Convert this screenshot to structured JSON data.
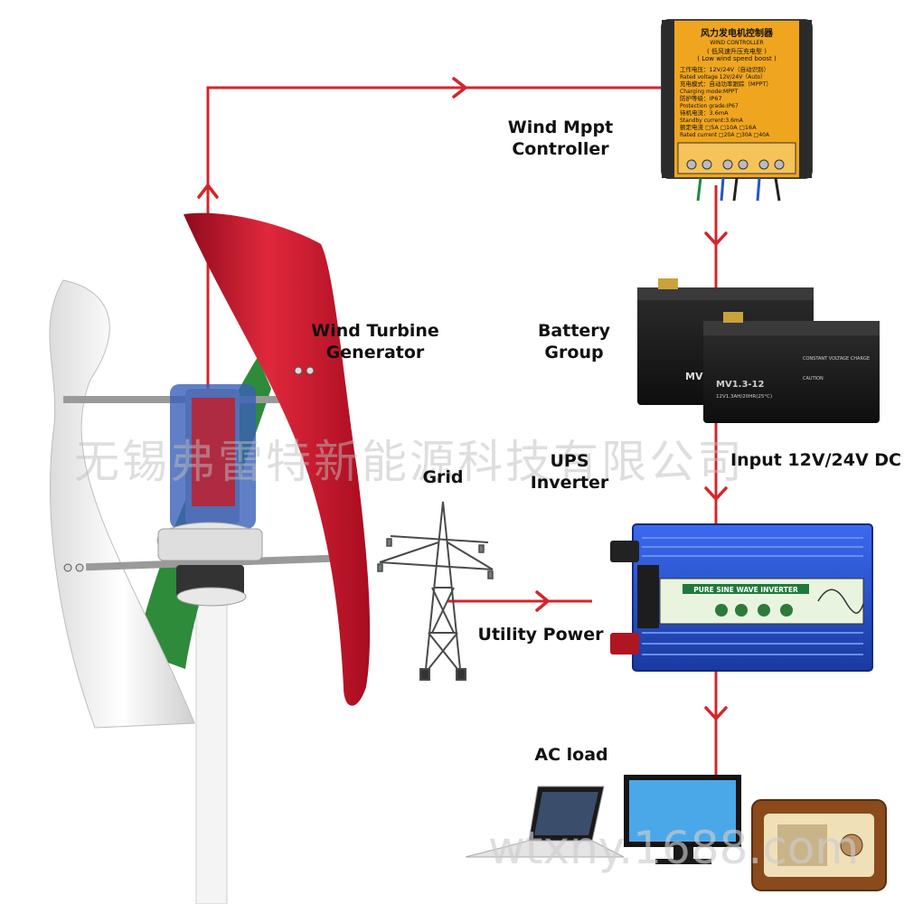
{
  "labels": {
    "controller": [
      "Wind Mppt",
      "Controller"
    ],
    "turbine": [
      "Wind Turbine",
      "Generator"
    ],
    "battery": [
      "Battery",
      "Group"
    ],
    "grid": "Grid",
    "inverter": [
      "UPS",
      "Inverter"
    ],
    "input_dc": "Input 12V/24V DC",
    "utility": "Utility Power",
    "ac_load": "AC load"
  },
  "controller_panel": {
    "title_cn": "风力发电机控制器",
    "title_en": "WIND CONTROLLER",
    "subtitle_cn": "( 低风速升压充电型 )",
    "subtitle_en": "( Low wind speed boost )",
    "line1": "工作电压：12V/24V（自动识别）",
    "line2": "Rated voltage 12V/24V（Auto）",
    "line3": "充电模式：自动功率跟踪（MPPT）",
    "line4": "Charging mode:MPPT",
    "line5": "防护等级：IP67",
    "line6": "Protection grade:IP67",
    "line7": "待机电流：3.6mA",
    "line8": "Standby current:3.6mA",
    "line9": "额定电流  □5A  □10A  □16A",
    "line10": "Rated current  □20A  □30A  □40A"
  },
  "battery_panel": {
    "model_front": "MV1.3-12",
    "model_back": "MV1",
    "spec": "12V1.3AH/20HR(25°C)",
    "header": "CONSTANT VOLTAGE CHARGE",
    "caution": "CAUTION"
  },
  "inverter_panel": {
    "banner": "PURE SINE WAVE INVERTER"
  },
  "watermark": {
    "company": "无锡弗雷特新能源科技有限公司",
    "site": "wtxny.1688.com"
  },
  "colors": {
    "arrow": "#d3262b",
    "controller_body": "#f0a51e",
    "inverter_body": "#2450c8",
    "blade_red": "#c8102e",
    "blade_green": "#2e8b3a",
    "blade_white": "#f2f2f2"
  }
}
